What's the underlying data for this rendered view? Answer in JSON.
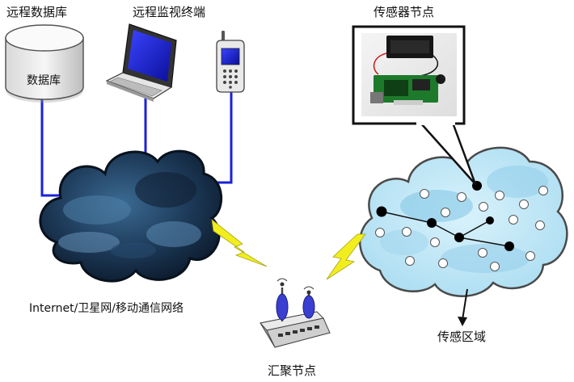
{
  "labels": {
    "remote_db": "远程数据库",
    "remote_monitor": "远程监视终端",
    "sensor_node": "传感器节点",
    "db_text": "数据库",
    "network": "Internet/卫星网/移动通信网络",
    "sink_node": "汇聚节点",
    "sensing_area": "传感区域"
  },
  "colors": {
    "link": "#1a22d8",
    "bolt": "#f2ee1e",
    "dark_cloud": "#1f3f5f",
    "light_cloud": "#bfe6f6",
    "router": "#d9d9d9",
    "antenna": "#3b3fd0"
  },
  "icons": [
    "database-icon",
    "laptop-icon",
    "mobile-phone-icon",
    "router-icon",
    "sensor-board-photo"
  ]
}
